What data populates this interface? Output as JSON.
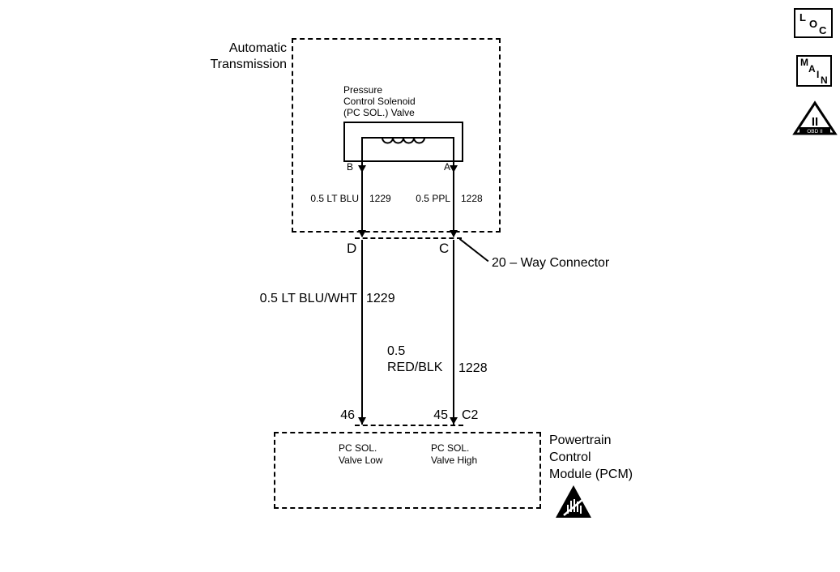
{
  "colors": {
    "line": "#000000",
    "background": "#ffffff"
  },
  "transmission": {
    "label": "Automatic\nTransmission",
    "solenoid_label": "Pressure\nControl Solenoid\n(PC SOL.) Valve",
    "terminal_b": "B",
    "terminal_a": "A",
    "wire_b": {
      "spec": "0.5 LT BLU",
      "circuit": "1229"
    },
    "wire_a": {
      "spec": "0.5 PPL",
      "circuit": "1228"
    }
  },
  "connector": {
    "terminal_d": "D",
    "terminal_c": "C",
    "label": "20 – Way Connector"
  },
  "harness": {
    "wire_left": {
      "spec": "0.5 LT BLU/WHT",
      "circuit": "1229"
    },
    "wire_right": {
      "spec": "0.5\nRED/BLK",
      "circuit": "1228"
    }
  },
  "pcm": {
    "pin_left": "46",
    "pin_right": "45",
    "connector_id": "C2",
    "pin_left_label": "PC SOL.\nValve Low",
    "pin_right_label": "PC SOL.\nValve High",
    "label": "Powertrain\nControl\nModule (PCM)"
  },
  "icons": {
    "loc": [
      "L",
      "O",
      "C"
    ],
    "main": [
      "M",
      "A",
      "I",
      "N"
    ],
    "obd": {
      "numeral": "II",
      "banner": "OBD II"
    }
  }
}
